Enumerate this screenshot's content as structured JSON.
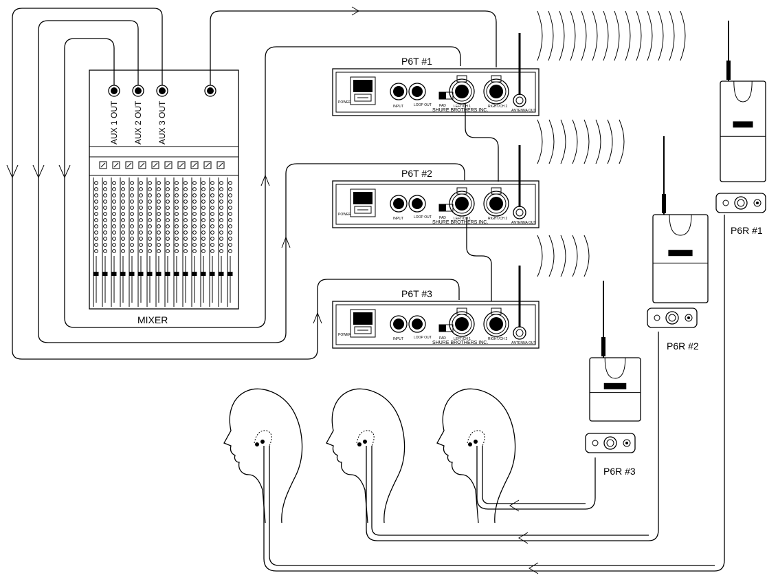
{
  "mixer": {
    "label": "MIXER",
    "aux_labels": [
      "AUX 1 OUT",
      "AUX 2 OUT",
      "AUX 3 OUT"
    ]
  },
  "transmitters": [
    {
      "label": "P6T #1",
      "brand": "SHURE BROTHERS INC."
    },
    {
      "label": "P6T #2",
      "brand": "SHURE BROTHERS INC."
    },
    {
      "label": "P6T #3",
      "brand": "SHURE BROTHERS INC."
    }
  ],
  "receivers": [
    {
      "label": "P6R #1"
    },
    {
      "label": "P6R #2"
    },
    {
      "label": "P6R #3"
    }
  ],
  "panel_text": {
    "power": "POWER",
    "input": "INPUT",
    "loop_out": "LOOP OUT",
    "pad": "PAD",
    "antenna_out": "ANTENNA OUT",
    "left": "LEFT/CH 1",
    "right": "RIGHT/CH 2"
  }
}
